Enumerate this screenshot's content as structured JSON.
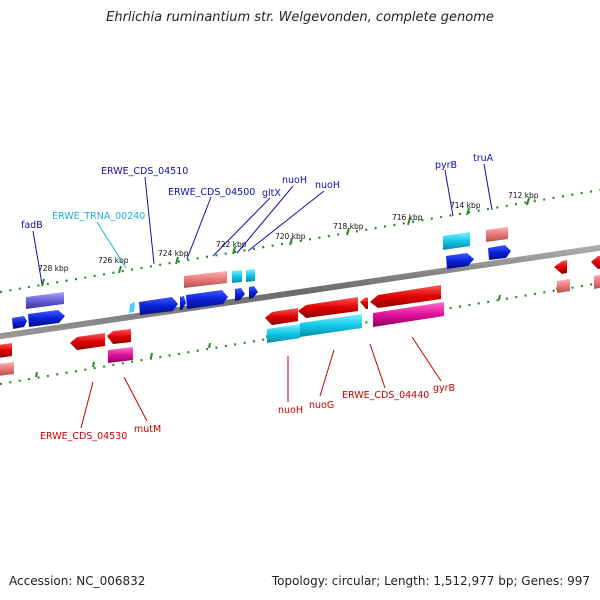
{
  "title": "Ehrlichia ruminantium str. Welgevonden, complete genome",
  "footer": {
    "accession": "Accession: NC_006832",
    "summary": "Topology: circular; Length: 1,512,977 bp; Genes: 997"
  },
  "colors": {
    "forward_label": "#1010b0",
    "reverse_label": "#c80000",
    "rna_label": "#20b0e0",
    "backbone": "#7a7a7a",
    "ticks": "#2a8a2a"
  },
  "ticks": [
    "728 kbp",
    "726 kbp",
    "724 kbp",
    "722 kbp",
    "720 kbp",
    "718 kbp",
    "716 kbp",
    "714 kbp",
    "712 kbp"
  ],
  "forward_labels": [
    {
      "text": "fadB"
    },
    {
      "text": "ERWE_TRNA_00240",
      "type": "rna"
    },
    {
      "text": "ERWE_CDS_04510"
    },
    {
      "text": "ERWE_CDS_04500"
    },
    {
      "text": "gltX"
    },
    {
      "text": "nuoH"
    },
    {
      "text": "nuoH"
    },
    {
      "text": "pyrB"
    },
    {
      "text": "truA"
    }
  ],
  "reverse_labels": [
    {
      "text": "ERWE_CDS_04530"
    },
    {
      "text": "mutM"
    },
    {
      "text": "nuoH"
    },
    {
      "text": "nuoG"
    },
    {
      "text": "ERWE_CDS_04440"
    },
    {
      "text": "gyrB"
    }
  ]
}
